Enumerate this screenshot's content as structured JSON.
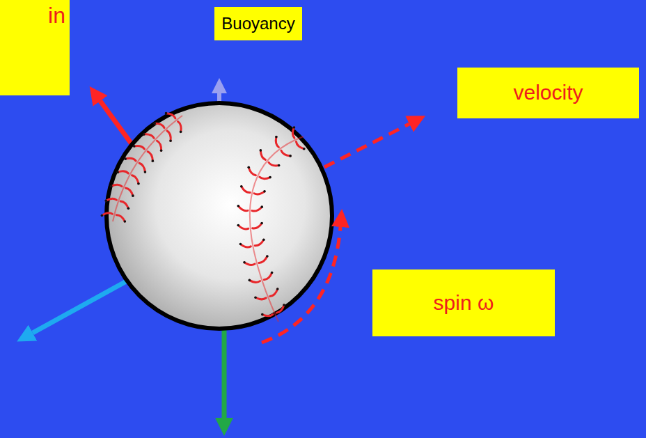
{
  "diagram": {
    "nodes": [
      {
        "text": [
          "in"
        ]
      },
      {
        "text": [
          "Buoyancy"
        ]
      },
      {
        "text": [
          "velocity"
        ]
      },
      {
        "text": [
          "spin ω"
        ]
      }
    ]
  }
}
